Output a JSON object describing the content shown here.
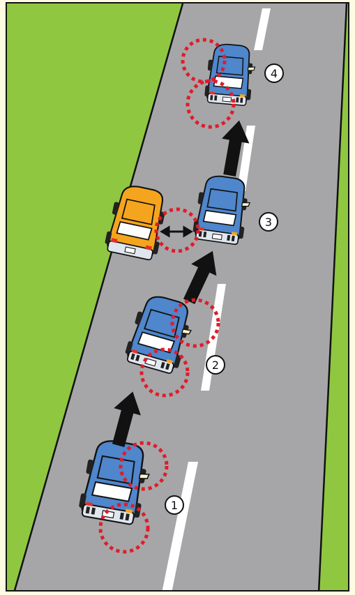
{
  "steps": [
    {
      "marker": "①",
      "label": "step-1"
    },
    {
      "marker": "②",
      "label": "step-2"
    },
    {
      "marker": "③",
      "label": "step-3"
    },
    {
      "marker": "④",
      "label": "step-4"
    }
  ],
  "colors": {
    "background": "#fffbe0",
    "grass": "#8fc740",
    "road": "#a6a6a8",
    "lane_marking": "#ffffff",
    "car_main": "#4f86cc",
    "car_parked": "#f5a51d",
    "check_circle": "#e01c2a",
    "arrow": "#111111"
  }
}
